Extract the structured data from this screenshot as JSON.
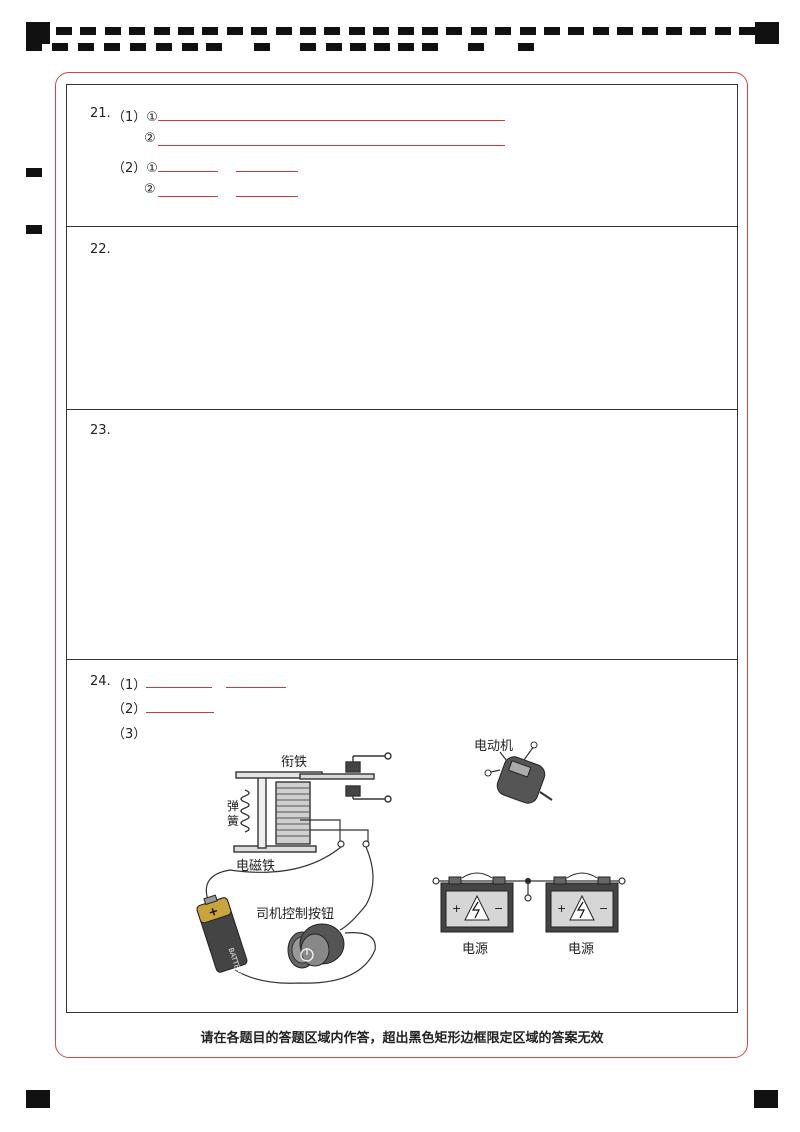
{
  "questions": {
    "q21": {
      "number": "21.",
      "part1_label": "（1）①",
      "part1_item2": "②",
      "part2_label": "（2）①",
      "part2_item2": "②"
    },
    "q22": {
      "number": "22."
    },
    "q23": {
      "number": "23."
    },
    "q24": {
      "number": "24.",
      "part1_label": "（1）",
      "part2_label": "（2）",
      "part3_label": "（3）"
    }
  },
  "diagram": {
    "armature_label": "衔铁",
    "spring_label": "弹簧",
    "electromagnet_label": "电磁铁",
    "motor_label": "电动机",
    "button_label": "司机控制按钮",
    "battery_text": "BATTERY",
    "battery_plus": "+",
    "power_label_1": "电源",
    "power_label_2": "电源",
    "power_plus": "+",
    "power_minus": "−"
  },
  "footer": {
    "note": "请在各题目的答题区域内作答，超出黑色矩形边框限定区域的答案无效"
  },
  "colors": {
    "answer_line": "#c63c3c",
    "outer_border": "#d04848",
    "frame": "#333333"
  }
}
